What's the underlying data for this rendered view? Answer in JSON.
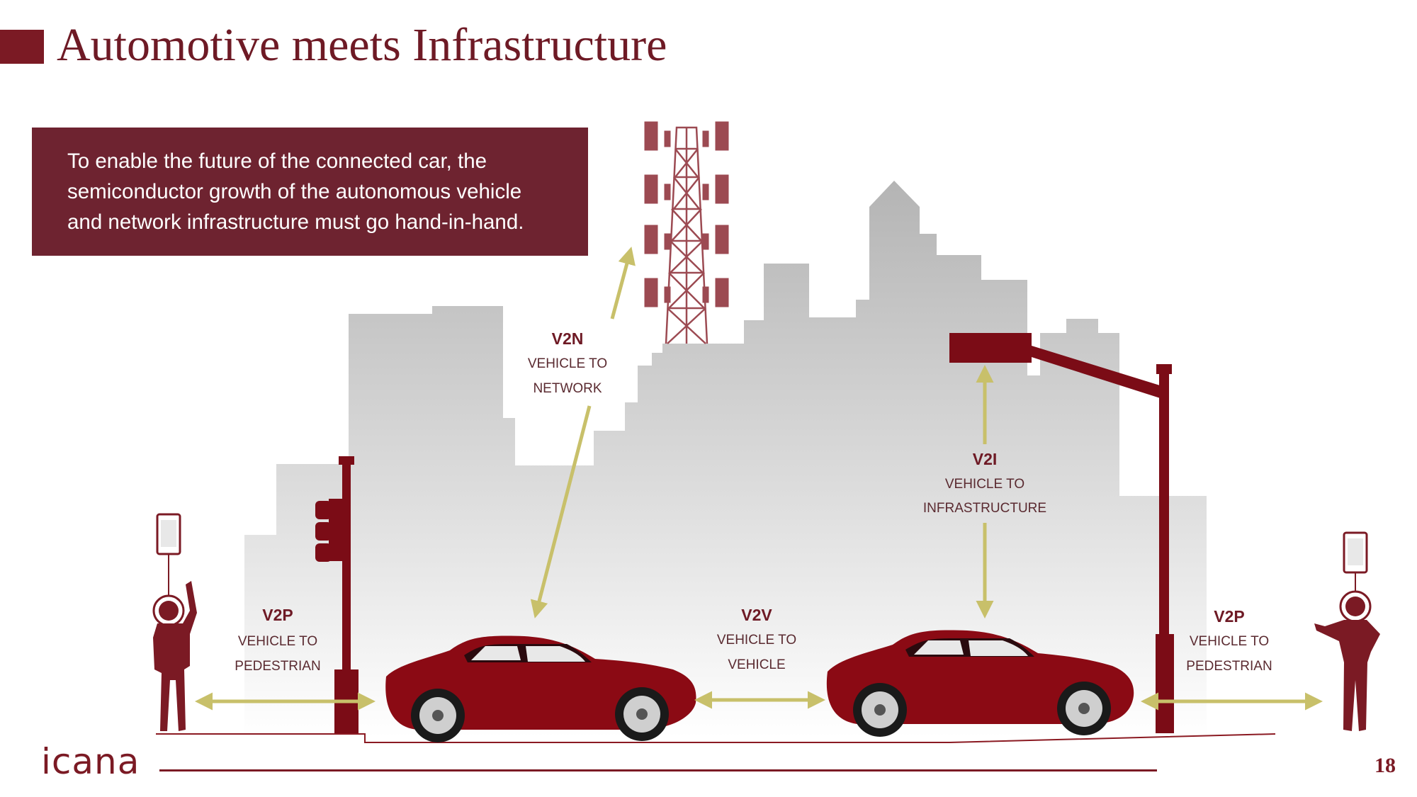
{
  "slide": {
    "title": "Automotive meets Infrastructure",
    "page_number": "18",
    "logo_text": "icana"
  },
  "info_box": {
    "lines": [
      "To enable the future of the connected car, the",
      "semiconductor growth of the autonomous vehicle",
      "and network infrastructure must go hand-in-hand."
    ]
  },
  "labels": {
    "v2n": {
      "title": "V2N",
      "line1": "VEHICLE TO",
      "line2": "NETWORK"
    },
    "v2i": {
      "title": "V2I",
      "line1": "VEHICLE TO",
      "line2": "INFRASTRUCTURE"
    },
    "v2p_left": {
      "title": "V2P",
      "line1": "VEHICLE TO",
      "line2": "PEDESTRIAN"
    },
    "v2v": {
      "title": "V2V",
      "line1": "VEHICLE TO",
      "line2": "VEHICLE"
    },
    "v2p_right": {
      "title": "V2P",
      "line1": "VEHICLE TO",
      "line2": "PEDESTRIAN"
    }
  },
  "colors": {
    "brand": "#7b1a24",
    "car": "#8b0a14",
    "arrow": "#c8c06a",
    "box": "#6e2330"
  }
}
